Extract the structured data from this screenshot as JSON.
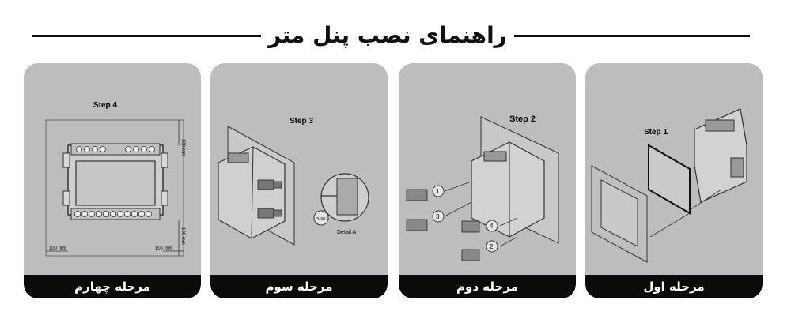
{
  "page": {
    "title": "راهنمای نصب پنل متر"
  },
  "steps": [
    {
      "id": "step4",
      "caption": "مرحله چهارم",
      "heading": "Step 4",
      "dims": {
        "top": "100 mm",
        "bottom": "100 mm",
        "left": "100 mm",
        "right": "100 mm"
      }
    },
    {
      "id": "step3",
      "caption": "مرحله سوم",
      "heading": "Step 3",
      "detail_label": "Detail A",
      "push_label": "PUSH"
    },
    {
      "id": "step2",
      "caption": "مرحله دوم",
      "heading": "Step 2",
      "markers": [
        "1",
        "3",
        "4",
        "2"
      ]
    },
    {
      "id": "step1",
      "caption": "مرحله اول",
      "heading": "Step 1"
    }
  ],
  "colors": {
    "card_bg": "#bdbdbf",
    "bar_bg": "#0b0b0b",
    "bar_text": "#ffffff",
    "line": "#111111"
  }
}
